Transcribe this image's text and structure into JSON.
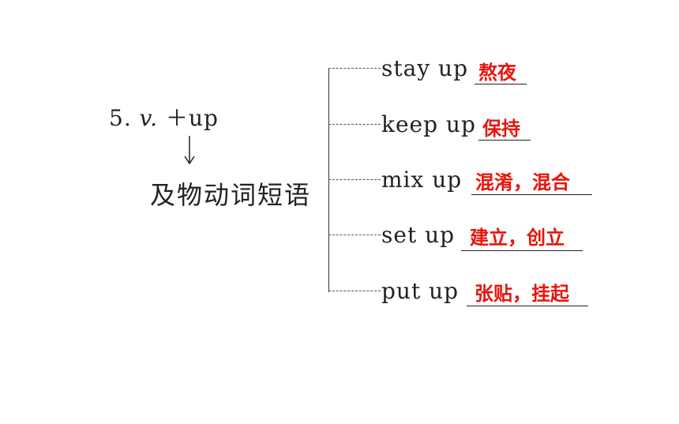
{
  "topic": {
    "number": "5.",
    "pos": "v.",
    "suffix": "＋up"
  },
  "group_label": "及物动词短语",
  "branches": [
    {
      "phrase": "stay up",
      "answer": "熬夜"
    },
    {
      "phrase": "keep up",
      "answer": "保持"
    },
    {
      "phrase": "mix up",
      "answer": "混淆，混合"
    },
    {
      "phrase": "set up",
      "answer": "建立，创立"
    },
    {
      "phrase": "put up",
      "answer": "张贴，挂起"
    }
  ],
  "colors": {
    "answer": "#e8140c",
    "text": "#222222"
  }
}
